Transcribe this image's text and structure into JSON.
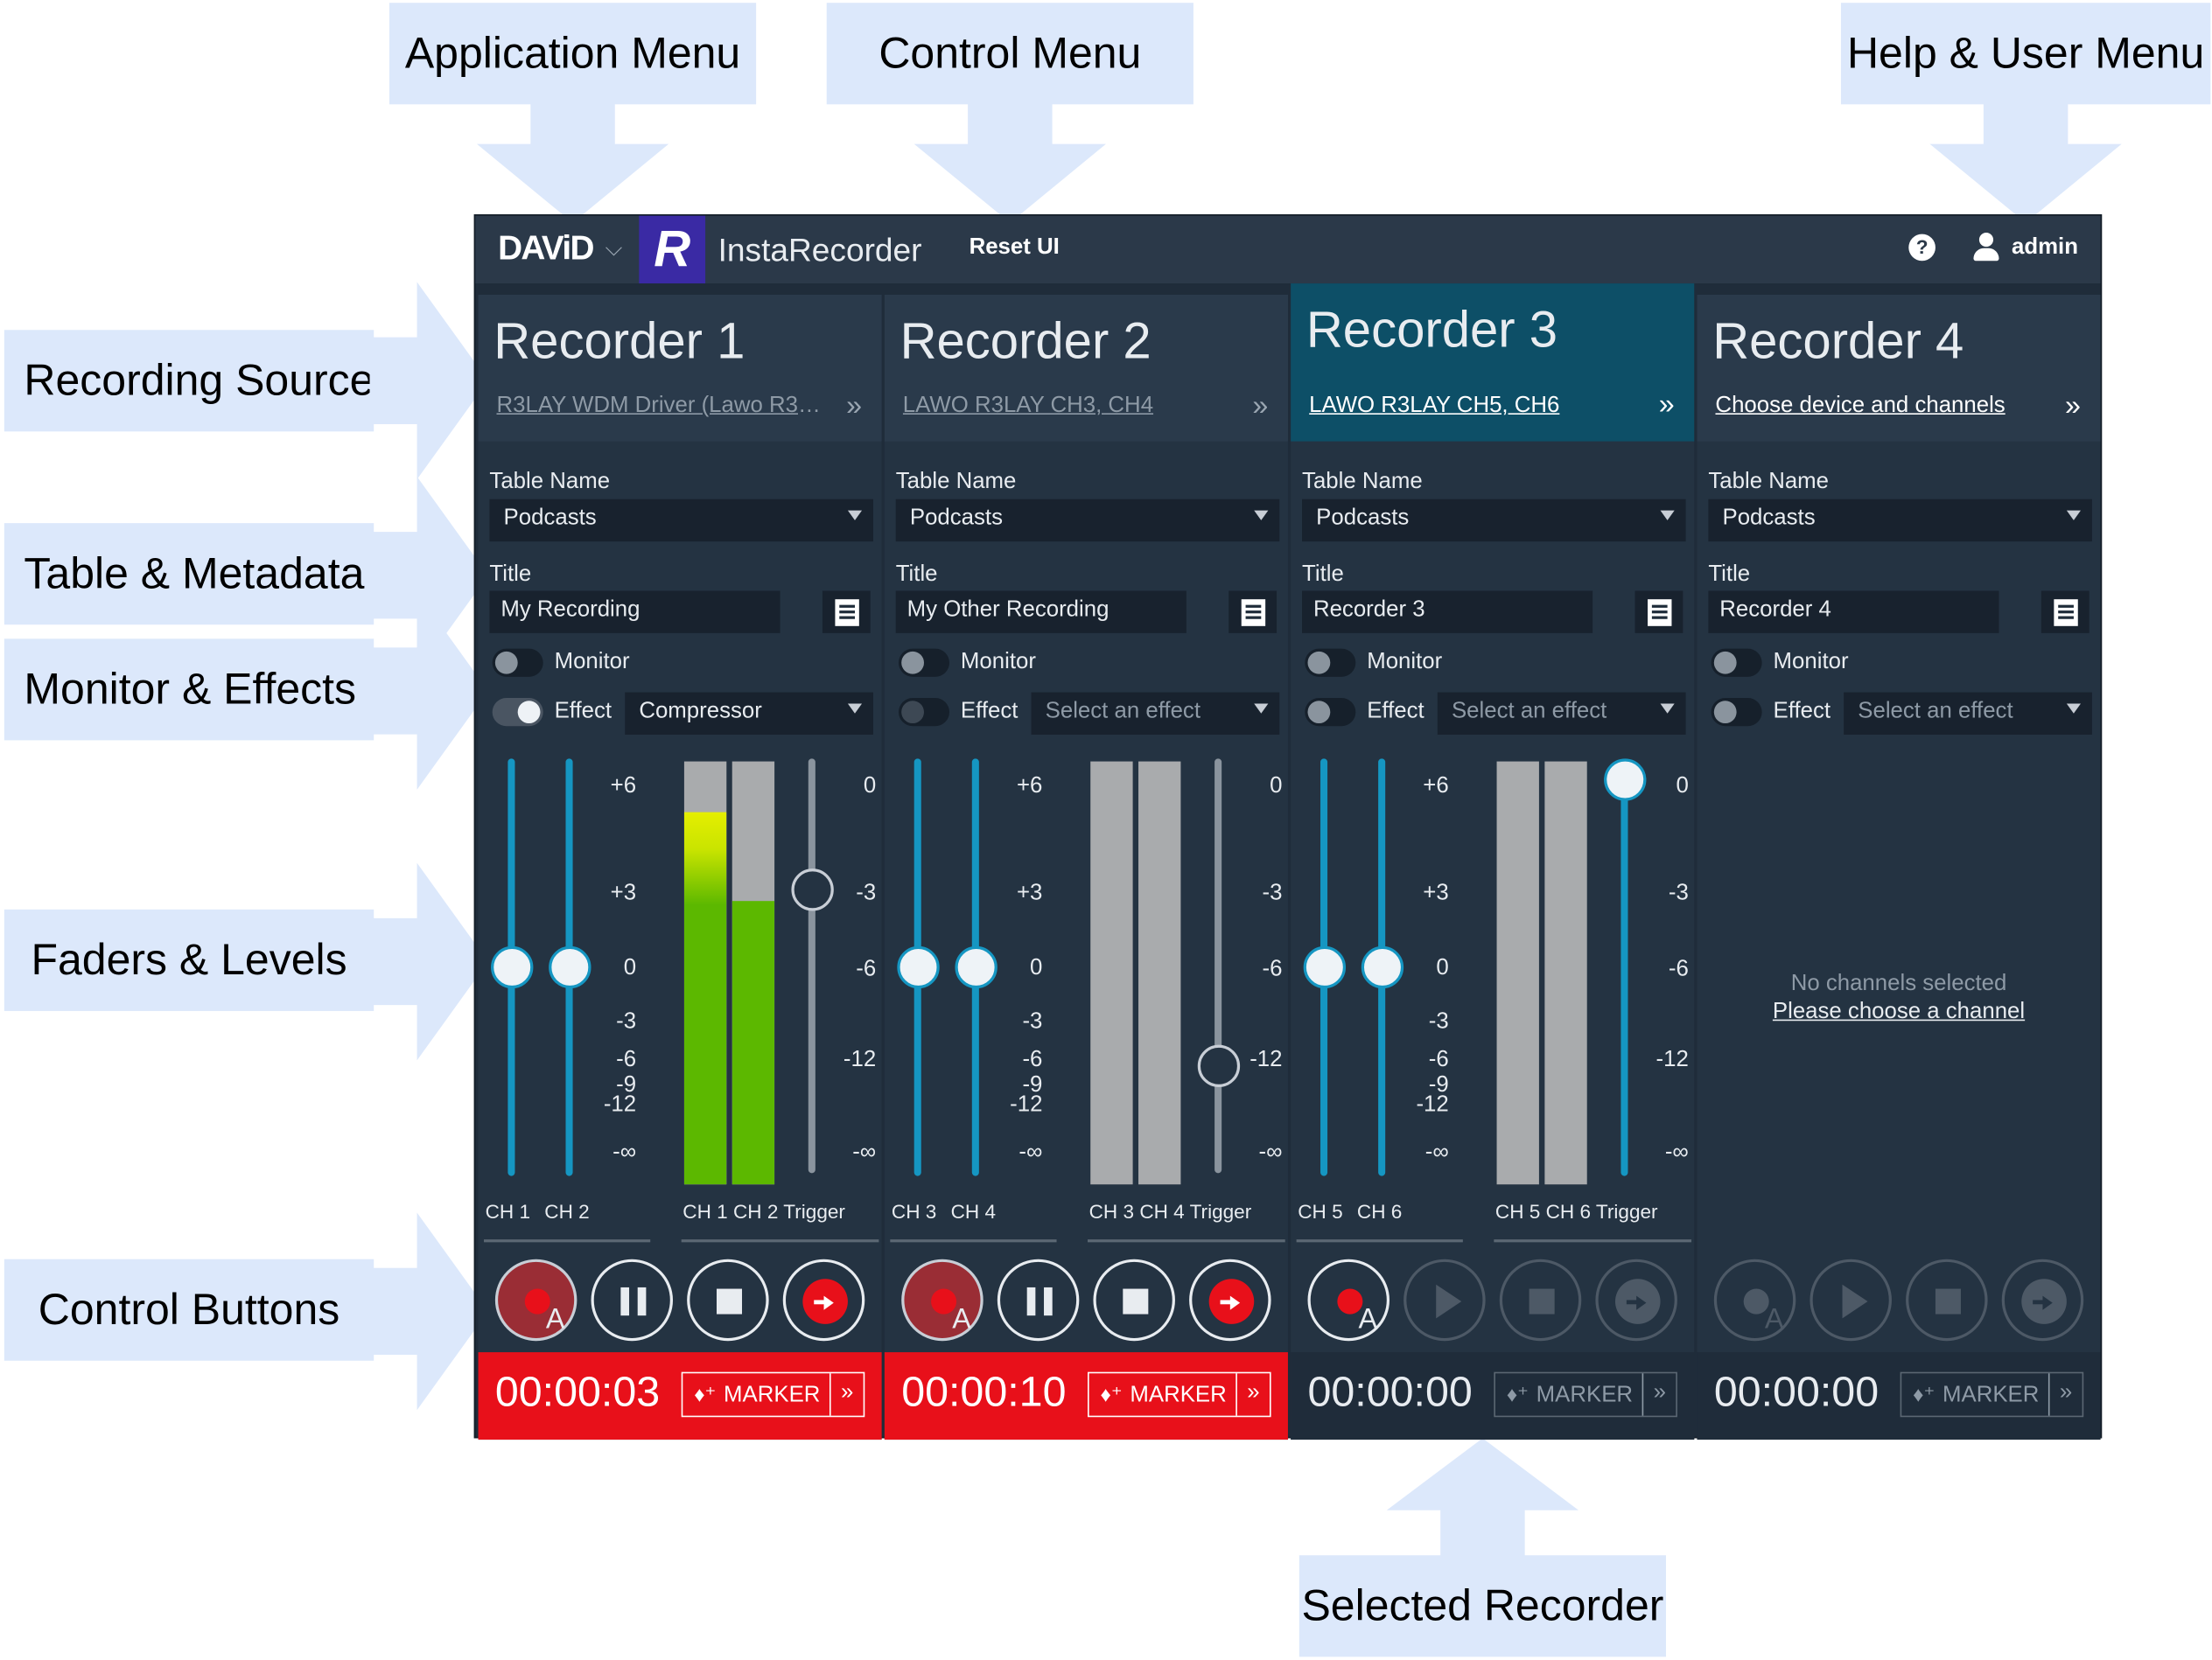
{
  "annotations": {
    "application_menu": "Application Menu",
    "control_menu": "Control Menu",
    "help_user_menu": "Help & User Menu",
    "recording_source": "Recording Source",
    "table_metadata": "Table & Metadata",
    "monitor_effects": "Monitor & Effects",
    "faders_levels": "Faders & Levels",
    "control_buttons": "Control Buttons",
    "selected_recorder": "Selected Recorder"
  },
  "topbar": {
    "brand": "DAViD",
    "brand_icon": "chevron-down-icon",
    "app_logo": "R",
    "app_name": "InstaRecorder",
    "reset_ui": "Reset UI",
    "help_icon": "?",
    "username": "admin"
  },
  "labels": {
    "table_name": "Table Name",
    "title": "Title",
    "monitor": "Monitor",
    "effect": "Effect",
    "trigger": "Trigger",
    "marker": "MARKER",
    "chevrons": "»"
  },
  "scales": {
    "input": [
      "+6",
      "+3",
      "0",
      "-3",
      "-6",
      "-9",
      "-12",
      "-∞"
    ],
    "trigger": [
      "0",
      "-3",
      "-6",
      "-12",
      "-∞"
    ]
  },
  "recorders": [
    {
      "name": "Recorder 1",
      "source": "R3LAY WDM Driver (Lawo R3LAY...",
      "table": "Podcasts",
      "title": "My Recording",
      "monitor_on": false,
      "effect_on": true,
      "effect": "Compressor",
      "channels": [
        "CH 1",
        "CH 2"
      ],
      "meter_label": "CH 1 CH 2 Trigger",
      "meter_levels": [
        0.88,
        0.67
      ],
      "state": "recording",
      "timer": "00:00:03"
    },
    {
      "name": "Recorder 2",
      "source": "LAWO R3LAY CH3, CH4",
      "table": "Podcasts",
      "title": "My Other Recording",
      "monitor_on": false,
      "effect_on": false,
      "effect": "Select an effect",
      "channels": [
        "CH 3",
        "CH 4"
      ],
      "meter_label": "CH 3 CH 4 Trigger",
      "meter_levels": [
        0,
        0
      ],
      "state": "recording",
      "timer": "00:00:10"
    },
    {
      "name": "Recorder 3",
      "source": "LAWO R3LAY CH5, CH6",
      "table": "Podcasts",
      "title": "Recorder 3",
      "monitor_on": false,
      "effect_on": false,
      "effect": "Select an effect",
      "channels": [
        "CH 5",
        "CH 6"
      ],
      "meter_label": "CH 5 CH 6 Trigger",
      "meter_levels": [
        0,
        0
      ],
      "state": "idle",
      "selected": true,
      "timer": "00:00:00"
    },
    {
      "name": "Recorder 4",
      "source": "Choose device and channels",
      "table": "Podcasts",
      "title": "Recorder 4",
      "monitor_on": false,
      "effect_on": false,
      "effect": "Select an effect",
      "no_channels_text": "No channels selected",
      "choose_channel_link": "Please choose a channel",
      "state": "idle",
      "timer": "00:00:00"
    }
  ],
  "colors": {
    "accent": "#1596c2",
    "selected": "#0d4f67",
    "recording": "#e8101a",
    "meter_green": "#5cb800",
    "meter_yellow": "#e5ee00"
  }
}
